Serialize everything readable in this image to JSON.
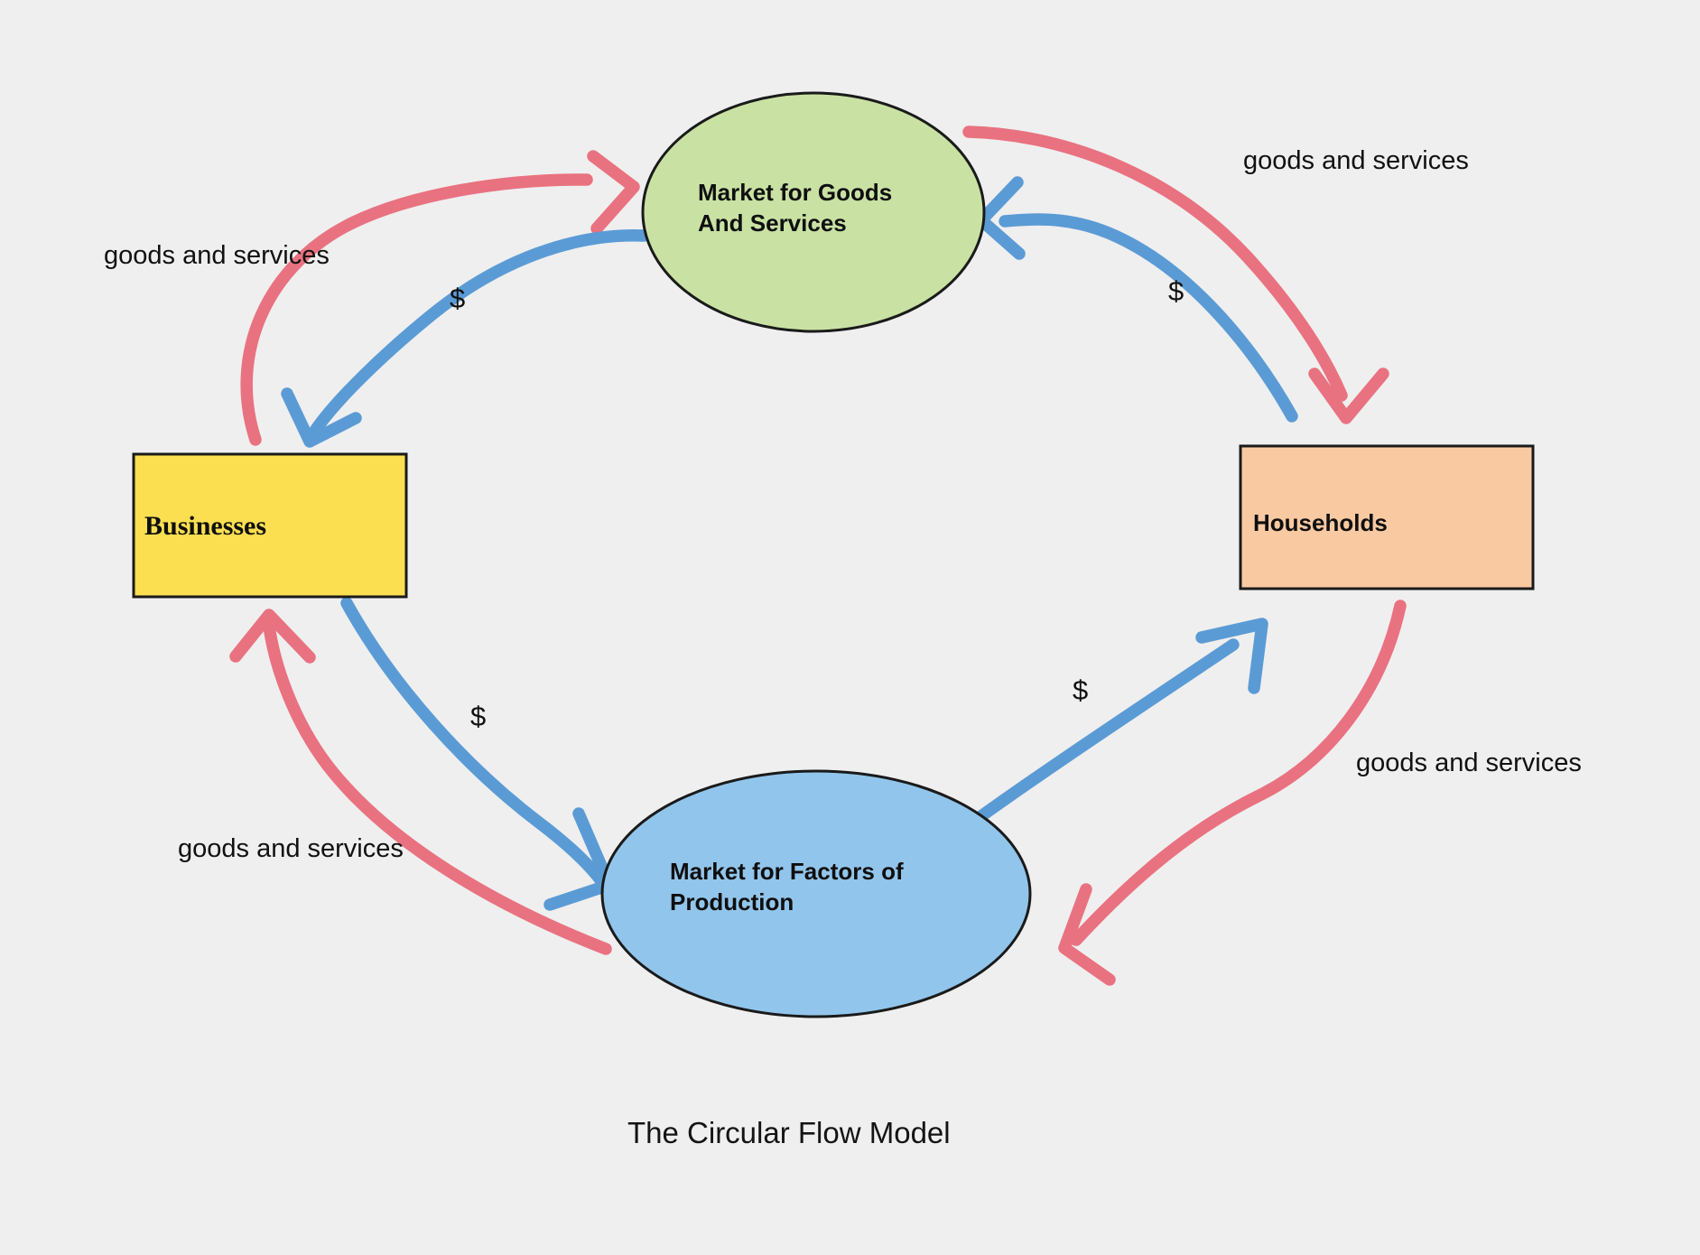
{
  "title": "The Circular Flow Model",
  "colors": {
    "background": "#efefef",
    "goods_flow": "#e97280",
    "money_flow": "#5b9bd5",
    "market_goods_fill": "#c9e2a4",
    "market_factors_fill": "#92c5eb",
    "businesses_fill": "#fcdf51",
    "households_fill": "#f9c9a2",
    "outline": "#1a1a1a"
  },
  "nodes": {
    "market_goods": {
      "shape": "ellipse",
      "label_line1": "Market for Goods",
      "label_line2": "And Services"
    },
    "businesses": {
      "shape": "rectangle",
      "label": "Businesses"
    },
    "households": {
      "shape": "rectangle",
      "label": "Households"
    },
    "market_factors": {
      "shape": "ellipse",
      "label_line1": "Market for Factors of",
      "label_line2": "Production"
    }
  },
  "flow_labels": {
    "goods_top_left": "goods and services",
    "money_top_left": "$",
    "goods_top_right": "goods and services",
    "money_top_right": "$",
    "goods_bottom_left": "goods and services",
    "money_bottom_left": "$",
    "goods_bottom_right": "goods and services",
    "money_bottom_right": "$"
  }
}
